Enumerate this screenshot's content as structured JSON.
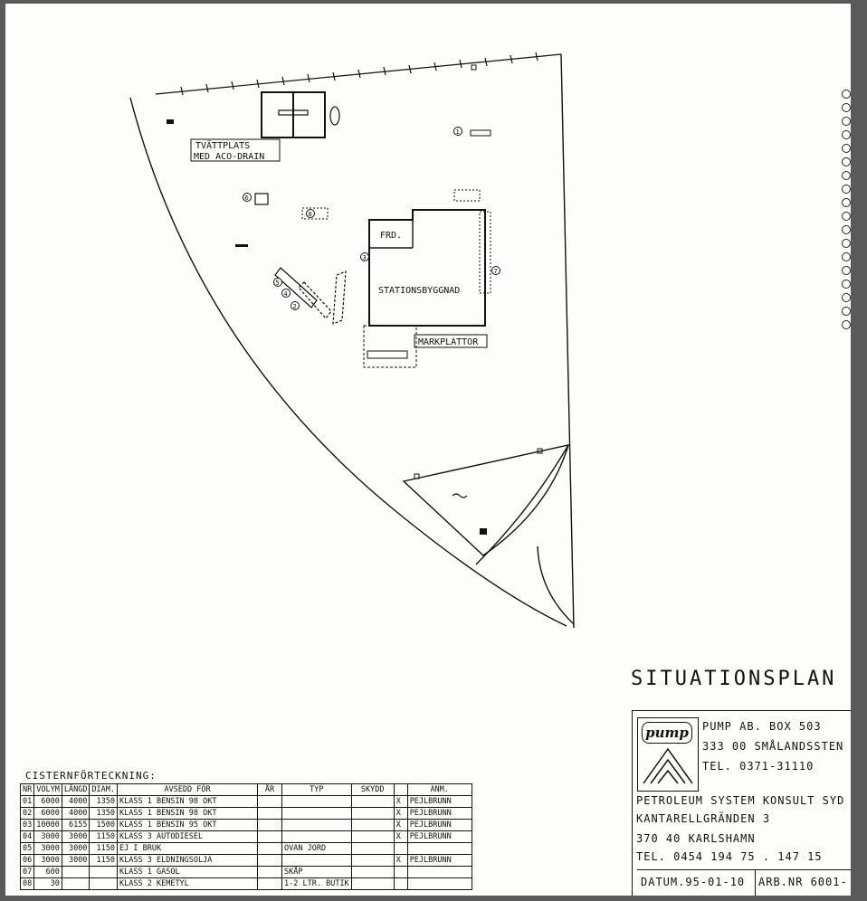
{
  "drawing": {
    "labels": {
      "wash": "TVÄTTPLATS",
      "drain": "MED ACO-DRAIN",
      "frd": "FRD.",
      "station": "STATIONSBYGGNAD",
      "markplattor": "MARKPLATTOR"
    },
    "callouts": [
      "1",
      "2",
      "3",
      "4",
      "5",
      "6",
      "7",
      "8"
    ]
  },
  "title": "SITUATIONSPLAN",
  "title_block": {
    "logo": "pump",
    "company_line1": "PUMP AB. BOX 503",
    "company_line2": "333 00  SMÅLANDSSTEN",
    "company_line3": "TEL. 0371-31110",
    "consultant_line1": "PETROLEUM SYSTEM KONSULT SYD",
    "consultant_line2": "KANTARELLGRÄNDEN 3",
    "consultant_line3": "370 40 KARLSHAMN",
    "consultant_line4": "TEL. 0454 194 75 . 147 15",
    "date": "DATUM.95-01-10",
    "arb_nr": "ARB.NR  6001-"
  },
  "tank_list": {
    "caption": "CISTERNFÖRTECKNING:",
    "headers": [
      "NR",
      "VOLYM",
      "LÄNGD",
      "DIAM.",
      "AVSEDD FÖR",
      "ÅR",
      "TYP",
      "SKYDD",
      "",
      "ANM."
    ],
    "rows": [
      [
        "01",
        "6000",
        "4000",
        "1350",
        "KLASS 1 BENSIN 98 OKT",
        "",
        "",
        "",
        "X",
        "PEJLBRUNN"
      ],
      [
        "02",
        "6000",
        "4000",
        "1350",
        "KLASS 1 BENSIN 98 OKT",
        "",
        "",
        "",
        "X",
        "PEJLBRUNN"
      ],
      [
        "03",
        "10000",
        "6155",
        "1500",
        "KLASS 1 BENSIN 95 OKT",
        "",
        "",
        "",
        "X",
        "PEJLBRUNN"
      ],
      [
        "04",
        "3000",
        "3000",
        "1150",
        "KLASS 3 AUTODIESEL",
        "",
        "",
        "",
        "X",
        "PEJLBRUNN"
      ],
      [
        "05",
        "3000",
        "3000",
        "1150",
        "EJ I BRUK",
        "",
        "OVAN JORD",
        "",
        "",
        ""
      ],
      [
        "06",
        "3000",
        "3000",
        "1150",
        "KLASS 3 ELDNINGSOLJA",
        "",
        "",
        "",
        "X",
        "PEJLBRUNN"
      ],
      [
        "07",
        "600",
        "",
        "",
        "KLASS 1 GASOL",
        "",
        "SKÅP",
        "",
        "",
        ""
      ],
      [
        "08",
        "30",
        "",
        "",
        "KLASS 2 KEMETYL",
        "",
        "1-2 LTR. BUTIK",
        "",
        "",
        ""
      ]
    ]
  }
}
